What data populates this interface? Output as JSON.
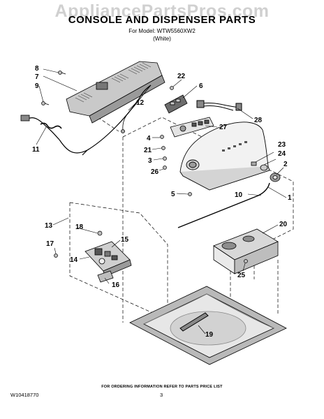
{
  "header": {
    "watermark": "AppliancePartsPros.com",
    "title": "CONSOLE AND DISPENSER PARTS",
    "model": "For Model: WTW5560XW2",
    "color": "(White)"
  },
  "callouts": [
    "1",
    "2",
    "3",
    "4",
    "5",
    "6",
    "7",
    "8",
    "9",
    "10",
    "11",
    "12",
    "13",
    "14",
    "15",
    "16",
    "17",
    "18",
    "19",
    "20",
    "21",
    "22",
    "23",
    "24",
    "25",
    "26",
    "27",
    "28"
  ],
  "footer": {
    "note": "FOR ORDERING INFORMATION REFER TO PARTS PRICE LIST",
    "doc_number": "W10418770",
    "page_number": "3"
  }
}
